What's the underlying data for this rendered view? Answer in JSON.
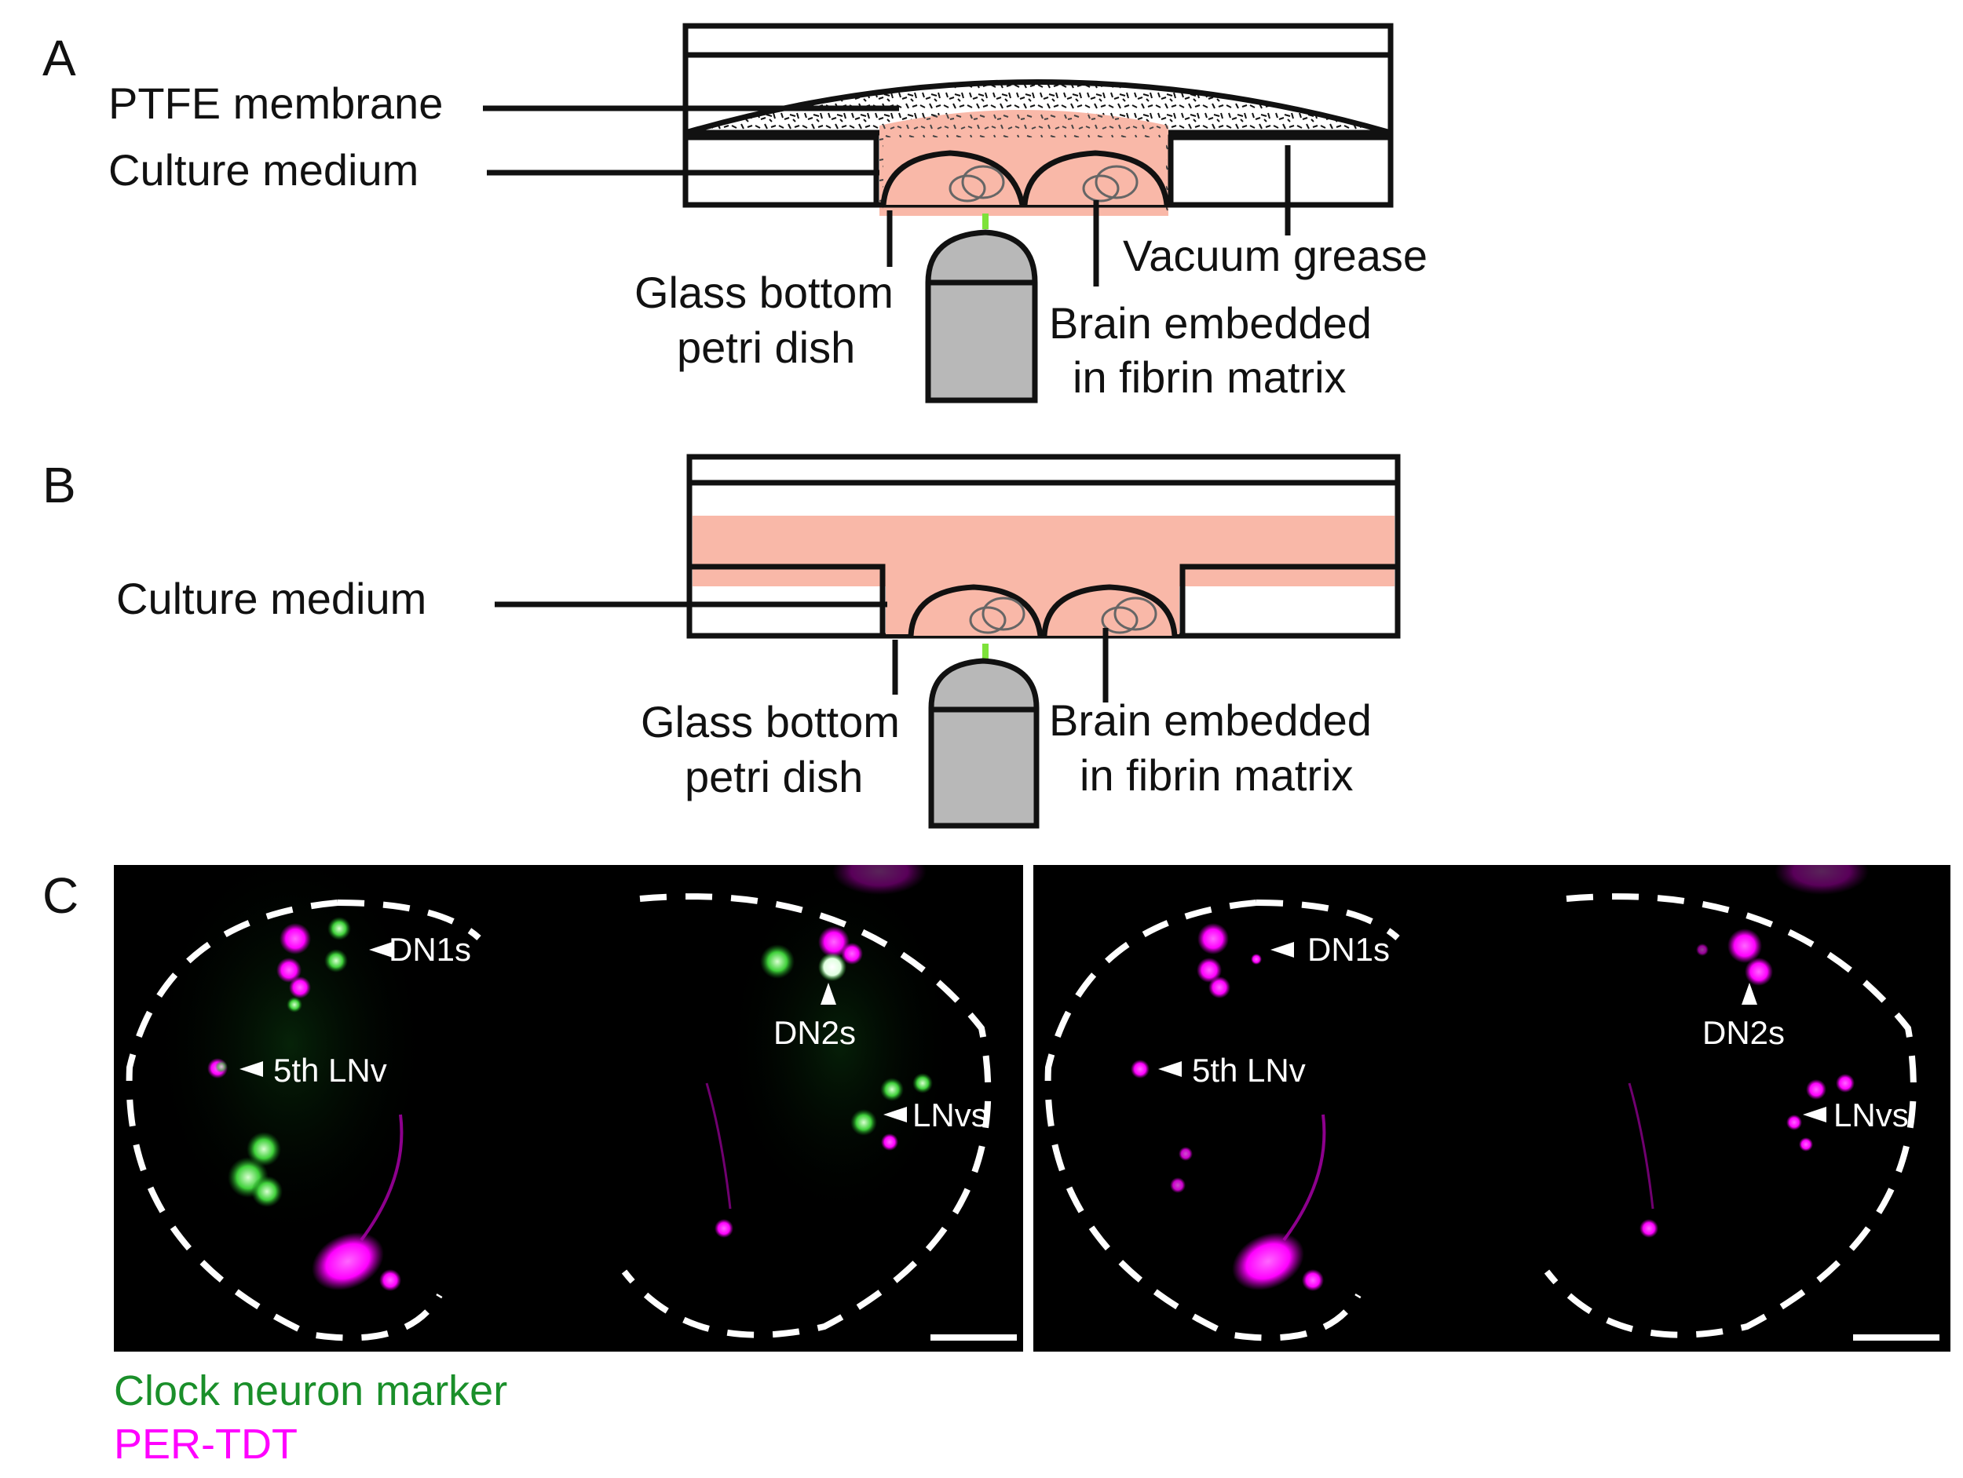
{
  "panels": {
    "a": {
      "letter": "A",
      "labels": {
        "ptfe": "PTFE membrane",
        "medium": "Culture medium",
        "grease": "Vacuum grease",
        "glass_line1": "Glass bottom",
        "glass_line2": "petri dish",
        "brain_line1": "Brain embedded",
        "brain_line2": "in fibrin matrix"
      }
    },
    "b": {
      "letter": "B",
      "labels": {
        "medium": "Culture medium",
        "glass_line1": "Glass bottom",
        "glass_line2": "petri dish",
        "brain_line1": "Brain embedded",
        "brain_line2": "in fibrin matrix"
      }
    },
    "c": {
      "letter": "C",
      "merged": {
        "dn1s": "DN1s",
        "dn2s": "DN2s",
        "lnv5": "5th LNv",
        "lnvs": "LNvs"
      },
      "magenta": {
        "dn1s": "DN1s",
        "dn2s": "DN2s",
        "lnv5": "5th LNv",
        "lnvs": "LNvs"
      }
    }
  },
  "legend": {
    "green_label": "Clock neuron marker",
    "magenta_label": "PER-TDT"
  },
  "colors": {
    "medium": "#f9b8a8",
    "grease": "#f3df1a",
    "objective": "#b8b8b8",
    "laser": "#7de23a",
    "green_channel": "#1a8f2a",
    "magenta_channel": "#ff00ff",
    "micro_bg": "#000000"
  }
}
